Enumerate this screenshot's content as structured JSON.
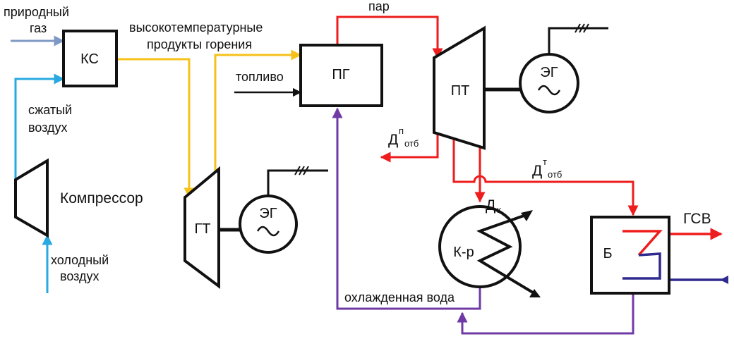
{
  "colors": {
    "gas": "#7f98c5",
    "air": "#29a9e0",
    "combustion": "#f6c21a",
    "steam": "#ee1c1c",
    "water": "#6f3aa5",
    "return": "#2e2a8e",
    "black": "#111111"
  },
  "labels": {
    "natural_gas_1": "природный",
    "natural_gas_2": "газ",
    "compressed_air_1": "сжатый",
    "compressed_air_2": "воздух",
    "compressor": "Компрессор",
    "cold_air_1": "холодный",
    "cold_air_2": "воздух",
    "combustion_1": "высокотемпературные",
    "combustion_2": "продукты горения",
    "fuel": "топливо",
    "steam": "пар",
    "cooled_water": "охлажденная вода",
    "hot_water": "ГСВ",
    "d_main": "Д",
    "d_p_sup": "п",
    "d_otb_sub": "отб",
    "d_t_sup": "т",
    "d_k_sub": "к"
  },
  "blocks": {
    "ks": "КС",
    "pg": "ПГ",
    "pt": "ПТ",
    "gt": "ГТ",
    "eg": "ЭГ",
    "condenser": "К-р",
    "boiler": "Б",
    "ac_symbol": "~"
  }
}
